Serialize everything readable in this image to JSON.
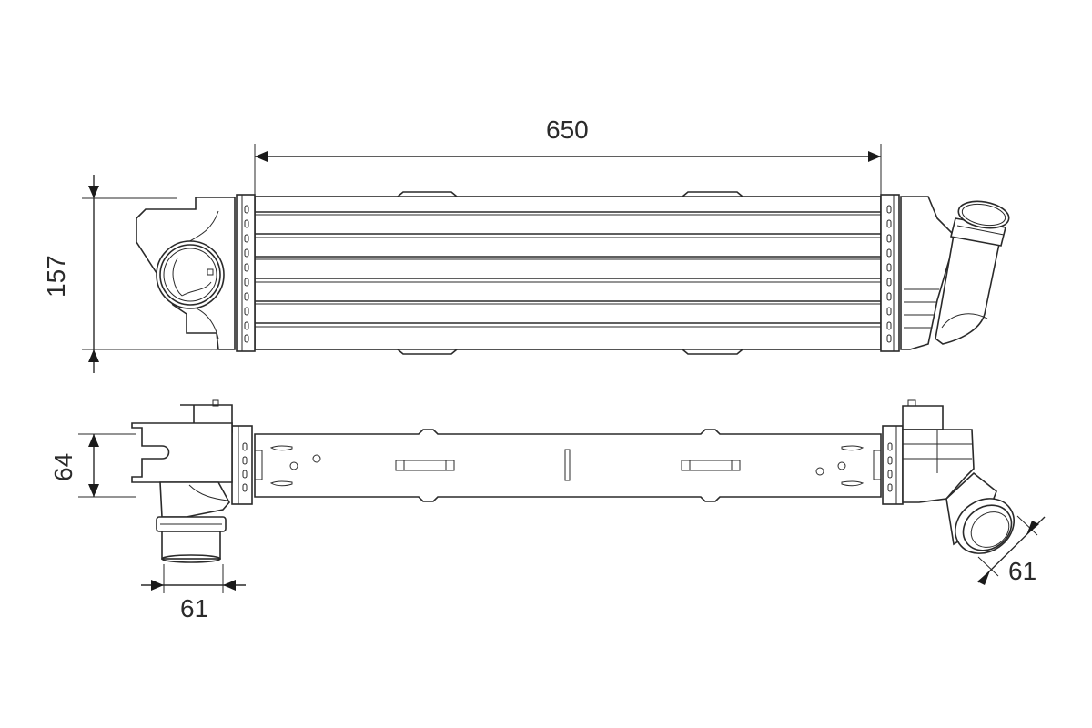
{
  "drawing": {
    "subject": "charge air cooler (intercooler) technical drawing",
    "units": "mm",
    "line_color": "#2a2a2a",
    "background": "#ffffff"
  },
  "dimensions": {
    "core_length": "650",
    "core_height": "157",
    "depth": "64",
    "inlet_diameter": "61",
    "outlet_diameter": "61"
  },
  "views": [
    {
      "name": "top-view",
      "description": "front view with core fins and side tanks"
    },
    {
      "name": "side-view",
      "description": "side view with mounting plate and angled pipe connectors"
    }
  ]
}
